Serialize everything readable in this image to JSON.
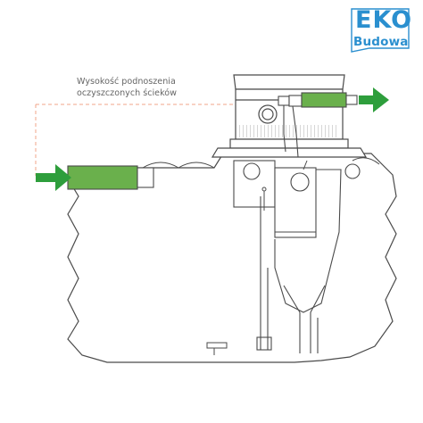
{
  "logo": {
    "top": "EKO",
    "bottom": "Budowa",
    "color": "#2a8fcf"
  },
  "caption": {
    "line1": "Wysokość podnoszenia",
    "line2": "oczyszczonych ścieków"
  },
  "colors": {
    "arrow": "#2e9e3c",
    "outline": "#4a4a4a",
    "dashed": "#f0a48a",
    "background": "#ffffff"
  },
  "icons": {
    "inlet_arrow": "arrow-right",
    "outlet_arrow": "arrow-right"
  }
}
